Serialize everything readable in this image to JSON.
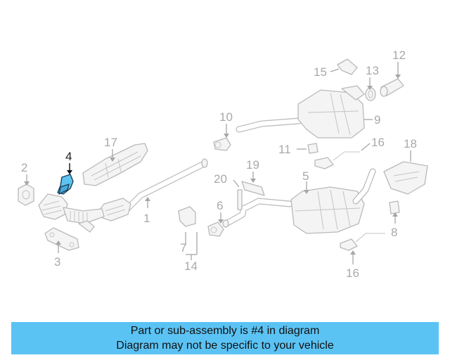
{
  "diagram": {
    "callouts": [
      {
        "id": "1",
        "text": "1"
      },
      {
        "id": "2",
        "text": "2"
      },
      {
        "id": "3",
        "text": "3"
      },
      {
        "id": "4",
        "text": "4",
        "highlighted": true
      },
      {
        "id": "5",
        "text": "5"
      },
      {
        "id": "6",
        "text": "6"
      },
      {
        "id": "7",
        "text": "7"
      },
      {
        "id": "8",
        "text": "8"
      },
      {
        "id": "9",
        "text": "9"
      },
      {
        "id": "10",
        "text": "10"
      },
      {
        "id": "11",
        "text": "11"
      },
      {
        "id": "12",
        "text": "12"
      },
      {
        "id": "13",
        "text": "13"
      },
      {
        "id": "14",
        "text": "14"
      },
      {
        "id": "15",
        "text": "15"
      },
      {
        "id": "16a",
        "text": "16"
      },
      {
        "id": "16b",
        "text": "16"
      },
      {
        "id": "17",
        "text": "17"
      },
      {
        "id": "18",
        "text": "18"
      },
      {
        "id": "19",
        "text": "19"
      },
      {
        "id": "20",
        "text": "20"
      }
    ],
    "highlight_color": "#5ec3f0",
    "part_line_color": "#b9b9b9",
    "callout_color": "#a9a9a9"
  },
  "banner": {
    "line1": "Part or sub-assembly is #4 in diagram",
    "line2": "Diagram may not be specific to your vehicle",
    "background": "#5bc3f4"
  }
}
